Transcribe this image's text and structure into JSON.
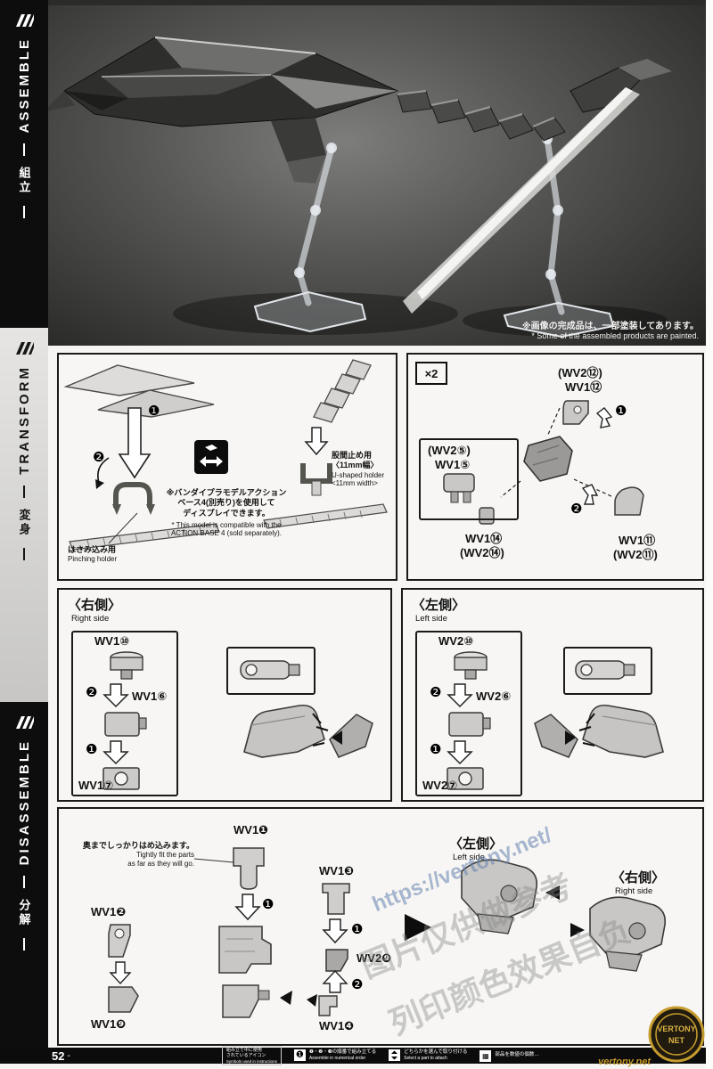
{
  "page": {
    "number": "52",
    "dash": "-"
  },
  "sidebar": {
    "assemble_en": "ASSEMBLE",
    "assemble_jp": "組立",
    "transform_en": "TRANSFORM",
    "transform_jp": "変身",
    "disassemble_en": "DISASSEMBLE",
    "disassemble_jp": "分解"
  },
  "photo": {
    "caption_jp": "※画像の完成品は、一部塗装してあります。",
    "caption_en": "* Some of the assembled products are painted."
  },
  "holder_panel": {
    "step1": "❶",
    "step2": "❷",
    "note_jp1": "※バンダイプラモデルアクション",
    "note_jp2": "ベース4(別売り)を使用して",
    "note_jp3": "ディスプレイできます。",
    "note_en1": "* This model is compatible with the",
    "note_en2": "ACTION BASE 4 (sold separately).",
    "pinch_jp": "はさみ込み用",
    "pinch_en": "Pinching holder",
    "u_jp1": "股間止め用",
    "u_jp2": "〈11mm幅〉",
    "u_en1": "U-shaped holder",
    "u_en2": "<11mm width>"
  },
  "x2_panel": {
    "multiplier": "×2",
    "step1": "❶",
    "step2": "❷",
    "label_12_paren": "(WV2⑫)",
    "label_12": "WV1⑫",
    "label_5_paren": "(WV2⑤)",
    "label_5": "WV1⑤",
    "label_14": "WV1⑭",
    "label_14_paren": "(WV2⑭)",
    "label_11": "WV1⑪",
    "label_11_paren": "(WV2⑪)"
  },
  "right_panel": {
    "title_jp": "〈右側〉",
    "title_en": "Right side",
    "p10": "WV1⑩",
    "p6": "WV1⑥",
    "p7": "WV1⑦",
    "step1": "❶",
    "step2": "❷"
  },
  "left_panel": {
    "title_jp": "〈左側〉",
    "title_en": "Left side",
    "p10": "WV2⑩",
    "p6": "WV2⑥",
    "p7": "WV2⑦",
    "step1": "❶",
    "step2": "❷"
  },
  "bottom_panel": {
    "note_jp": "奥までしっかりはめ込みます。",
    "note_en1": "Tightly fit the parts",
    "note_en2": "as far as they will go.",
    "p1": "WV1❶",
    "p2": "WV1❷",
    "p3": "WV1❸",
    "p9": "WV1❾",
    "p9b": "WV2❾",
    "p4": "WV1❹",
    "step1": "❶",
    "step2": "❷",
    "left_jp": "〈左側〉",
    "left_en": "Left side",
    "right_jp": "〈右側〉",
    "right_en": "Right side"
  },
  "footer": {
    "legend_jp1": "組み立て中に使用",
    "legend_jp2": "されているアイコン",
    "legend_en": "Symbols used in instructions",
    "item1_icon": "❶",
    "item1_jp": "❶・❷・❸の順番で組み立てる",
    "item1_en": "Assemble in numerical order",
    "item2_jp": "どちらかを選んで取り付ける",
    "item2_en": "Select a part to attach",
    "item3_jp": "部品を数値の個数…"
  },
  "watermark": {
    "url": "https://vertony.net/",
    "cn1": "图片仅供做参考",
    "cn2": "列印颜色效果自负",
    "seal_line1": "VERTONY",
    "seal_line2": "NET",
    "site": "vertony.net"
  }
}
